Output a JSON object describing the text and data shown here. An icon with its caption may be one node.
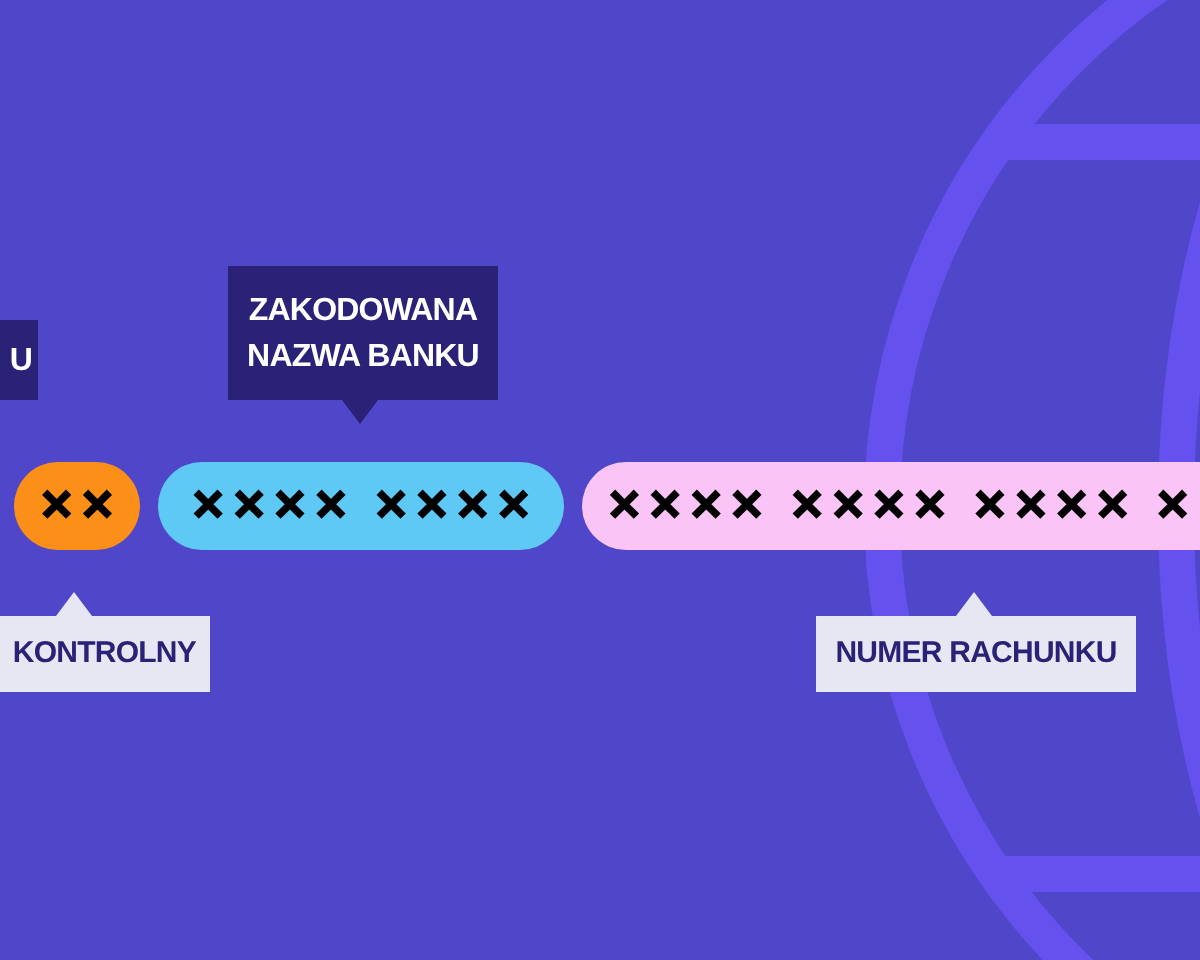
{
  "diagram": {
    "nodes": [
      {
        "text": [
          "U"
        ]
      },
      {
        "text": [
          "ZAKODOWANA NAZWA BANKU"
        ]
      },
      {
        "text": [
          "××"
        ]
      },
      {
        "text": [
          "×××× ××××"
        ]
      },
      {
        "text": [
          "×××× ×××× ×××× ×"
        ]
      },
      {
        "text": [
          "KONTROLNY"
        ]
      },
      {
        "text": [
          "NUMER RACHUNKU"
        ]
      }
    ]
  }
}
